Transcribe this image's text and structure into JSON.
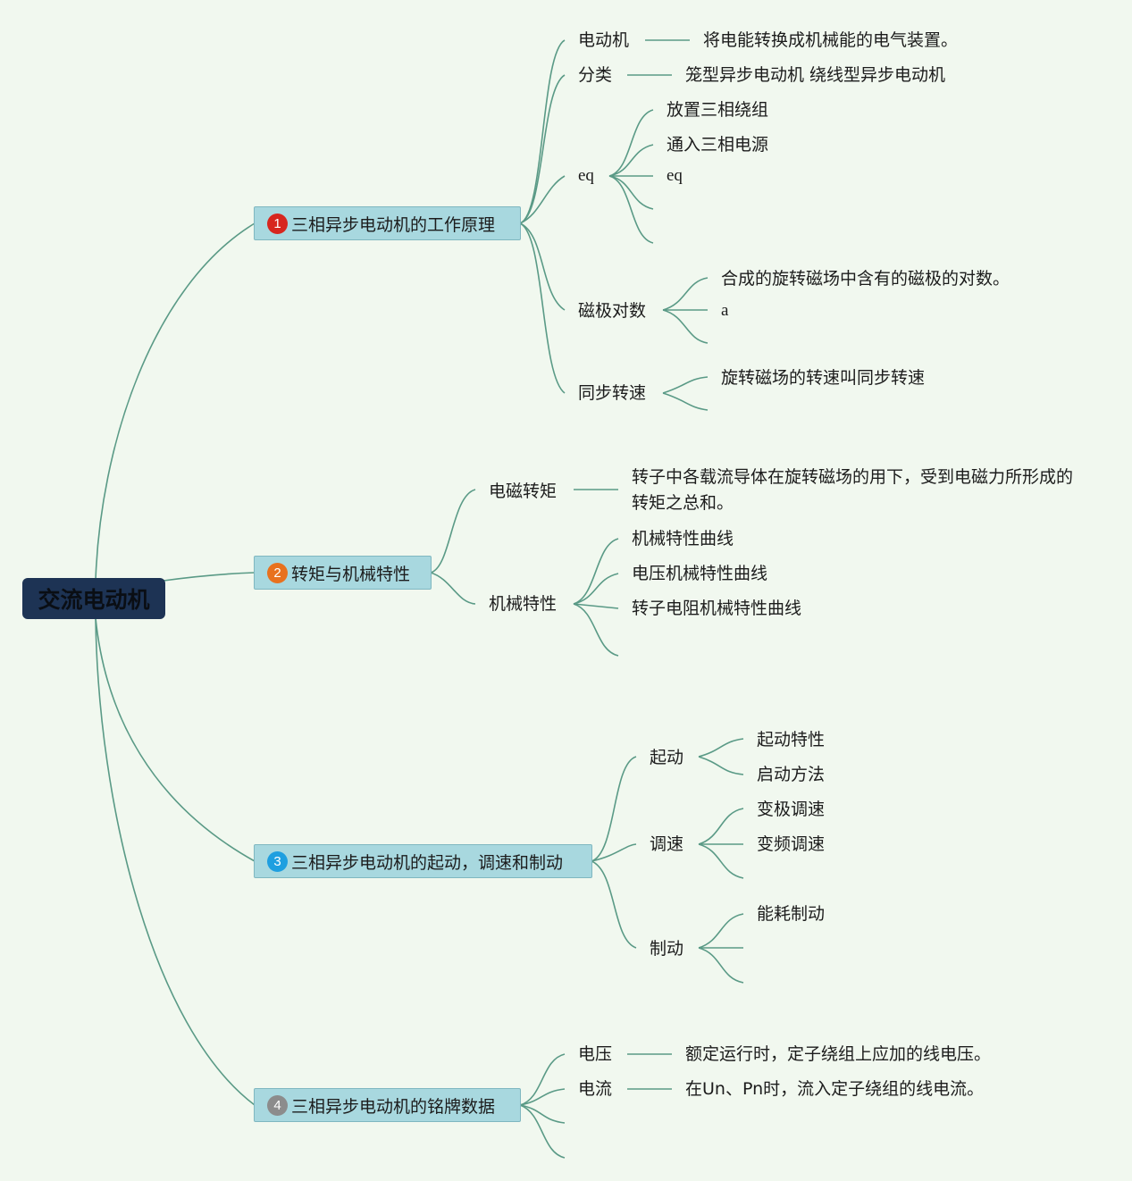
{
  "root": {
    "label": "交流电动机"
  },
  "colors": {
    "background": "#f1f8ef",
    "connector": "#5a9a86",
    "root_fill": "#1d3354",
    "branch_fill": "#a8d8df",
    "badge_1": "#d7261e",
    "badge_2": "#e8711e",
    "badge_3": "#1e9fe0",
    "badge_4": "#8c8c8c"
  },
  "branches": [
    {
      "badge": "1",
      "label": "三相异步电动机的工作原理",
      "topics": [
        {
          "label": "电动机",
          "detail": "将电能转换成机械能的电气装置。"
        },
        {
          "label": "分类",
          "detail": "笼型异步电动机 绕线型异步电动机"
        },
        {
          "label": "eq",
          "items": [
            "放置三相绕组",
            "通入三相电源",
            "eq"
          ]
        },
        {
          "label": "磁极对数",
          "items": [
            "合成的旋转磁场中含有的磁极的对数。",
            "a"
          ]
        },
        {
          "label": "同步转速",
          "items": [
            "旋转磁场的转速叫同步转速"
          ]
        }
      ]
    },
    {
      "badge": "2",
      "label": "转矩与机械特性",
      "topics": [
        {
          "label": "电磁转矩",
          "detail": "转子中各载流导体在旋转磁场的用下，受到电磁力所形成的转矩之总和。"
        },
        {
          "label": "机械特性",
          "items": [
            "机械特性曲线",
            "电压机械特性曲线",
            "转子电阻机械特性曲线"
          ]
        }
      ]
    },
    {
      "badge": "3",
      "label": "三相异步电动机的起动，调速和制动",
      "topics": [
        {
          "label": "起动",
          "items": [
            "起动特性",
            "启动方法"
          ]
        },
        {
          "label": "调速",
          "items": [
            "变极调速",
            "变频调速"
          ]
        },
        {
          "label": "制动",
          "items": [
            "能耗制动"
          ]
        }
      ]
    },
    {
      "badge": "4",
      "label": "三相异步电动机的铭牌数据",
      "topics": [
        {
          "label": "电压",
          "detail": "额定运行时，定子绕组上应加的线电压。"
        },
        {
          "label": "电流",
          "detail": "在Un、Pn时，流入定子绕组的线电流。"
        }
      ]
    }
  ]
}
